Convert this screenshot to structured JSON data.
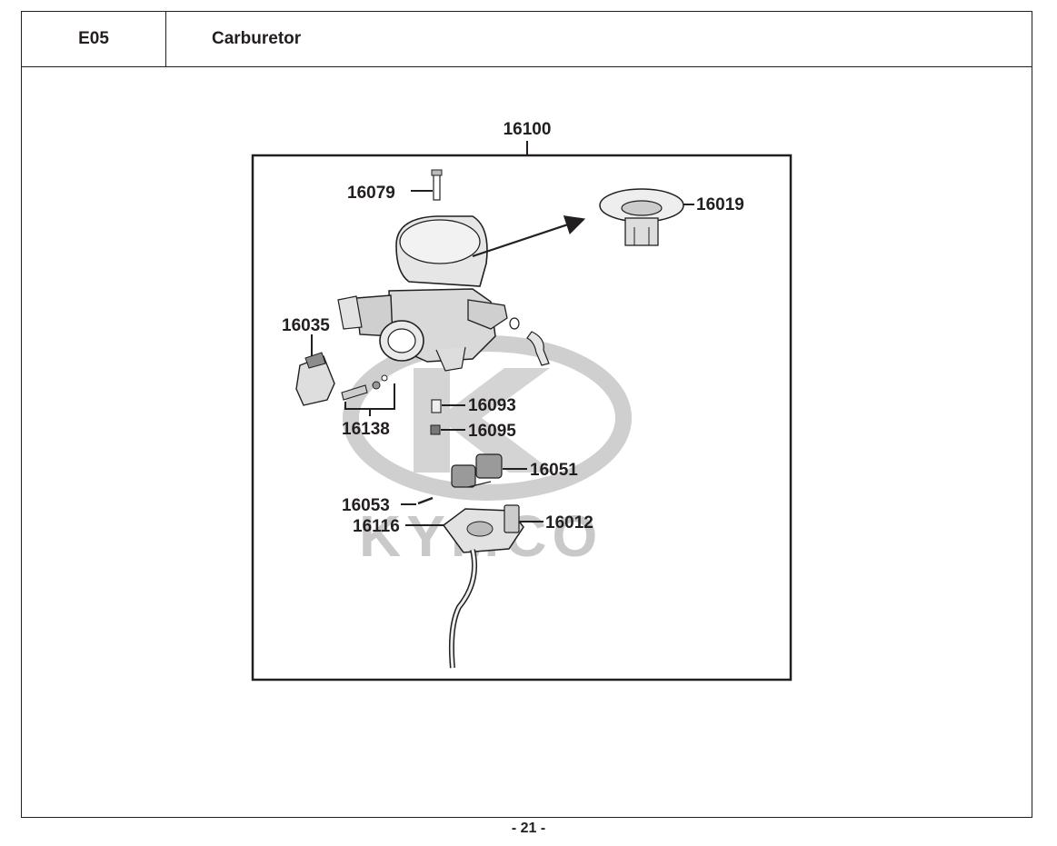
{
  "header": {
    "section_code": "E05",
    "section_title": "Carburetor"
  },
  "watermark": {
    "brand": "KYMCO"
  },
  "diagram": {
    "assembly_part": "16100",
    "parts": [
      {
        "id": "p16079",
        "number": "16079"
      },
      {
        "id": "p16019",
        "number": "16019"
      },
      {
        "id": "p16035",
        "number": "16035"
      },
      {
        "id": "p16138",
        "number": "16138"
      },
      {
        "id": "p16093",
        "number": "16093"
      },
      {
        "id": "p16095",
        "number": "16095"
      },
      {
        "id": "p16051",
        "number": "16051"
      },
      {
        "id": "p16053",
        "number": "16053"
      },
      {
        "id": "p16116",
        "number": "16116"
      },
      {
        "id": "p16012",
        "number": "16012"
      }
    ]
  },
  "footer": {
    "page_number": "- 21 -"
  }
}
